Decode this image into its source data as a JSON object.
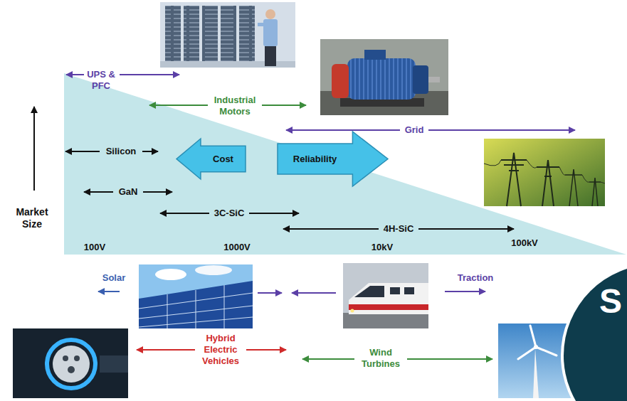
{
  "diagram": {
    "nodes": [
      {
        "text": [
          "Cost"
        ]
      },
      {
        "text": [
          "Reliability"
        ]
      }
    ],
    "labels": [
      "UPS & PFC",
      "Industrial Motors",
      "Grid",
      "Silicon",
      "GaN",
      "3C-SiC",
      "4H-SiC",
      "Market Size",
      "100V",
      "1000V",
      "10kV",
      "100kV",
      "Solar",
      "Traction",
      "Hybrid Electric Vehicles",
      "Wind Turbines",
      "S"
    ]
  }
}
